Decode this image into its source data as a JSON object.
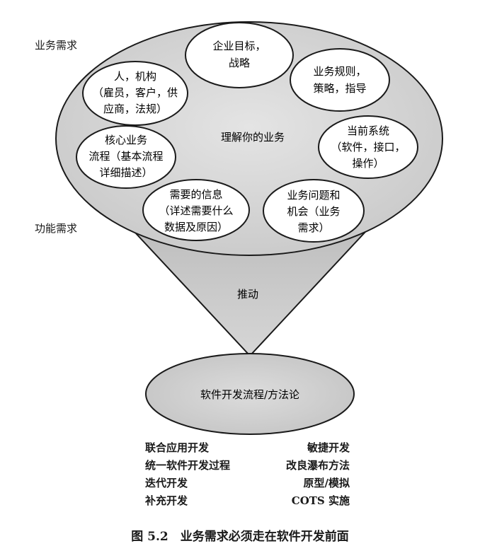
{
  "side_labels": {
    "business_requirements": "业务需求",
    "functional_requirements": "功能需求"
  },
  "diagram": {
    "center_label": "理解你的业务",
    "funnel_label": "推动",
    "process_label": "软件开发流程/方法论",
    "bubbles": {
      "goals": [
        "企业目标，",
        "战略"
      ],
      "people": [
        "人，机构",
        "（雇员，客户，供",
        "应商，法规）"
      ],
      "rules": [
        "业务规则，",
        "策略，指导"
      ],
      "core_process": [
        "核心业务",
        "流程（基本流程",
        "详细描述）"
      ],
      "current_system": [
        "当前系统",
        "（软件，接口，",
        "操作）"
      ],
      "info_needed": [
        "需要的信息",
        "（详述需要什么",
        "数据及原因）"
      ],
      "problems": [
        "业务问题和",
        "机会（业务",
        "需求）"
      ]
    }
  },
  "methods": {
    "left": [
      "联合应用开发",
      "统一软件开发过程",
      "迭代开发",
      "补充开发"
    ],
    "right": [
      "敏捷开发",
      "改良瀑布方法",
      "原型/模拟",
      "COTS 实施"
    ]
  },
  "caption": "图 5.2　业务需求必须走在软件开发前面"
}
